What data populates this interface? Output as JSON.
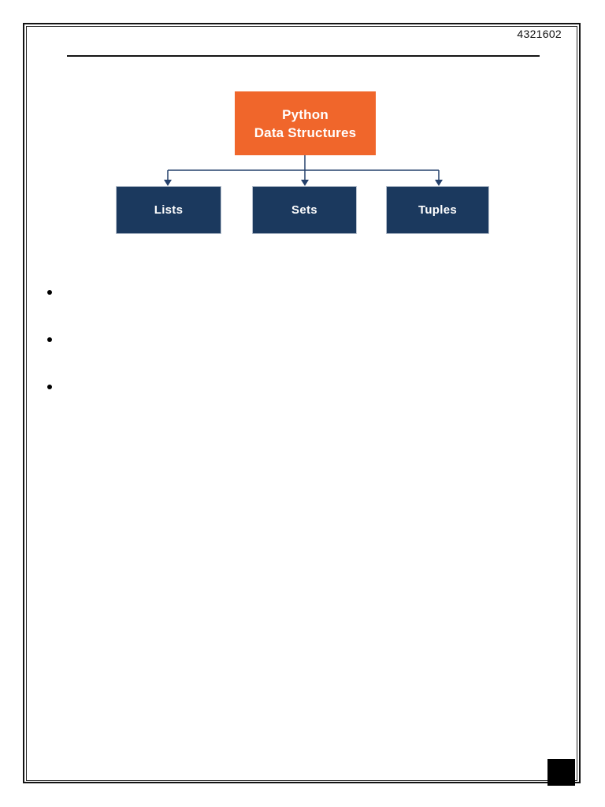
{
  "page": {
    "number": "4321602"
  },
  "colors": {
    "root_box": "#F0662B",
    "child_box": "#1B395E",
    "connector": "#24406B",
    "box_text": "#FFFFFF",
    "frame": "#141414",
    "redaction_block": "#000000"
  },
  "diagram": {
    "root": {
      "line1": "Python",
      "line2": "Data Structures"
    },
    "children": [
      {
        "label": "Lists"
      },
      {
        "label": "Sets"
      },
      {
        "label": "Tuples"
      }
    ]
  },
  "bullets": [
    "",
    "",
    ""
  ]
}
